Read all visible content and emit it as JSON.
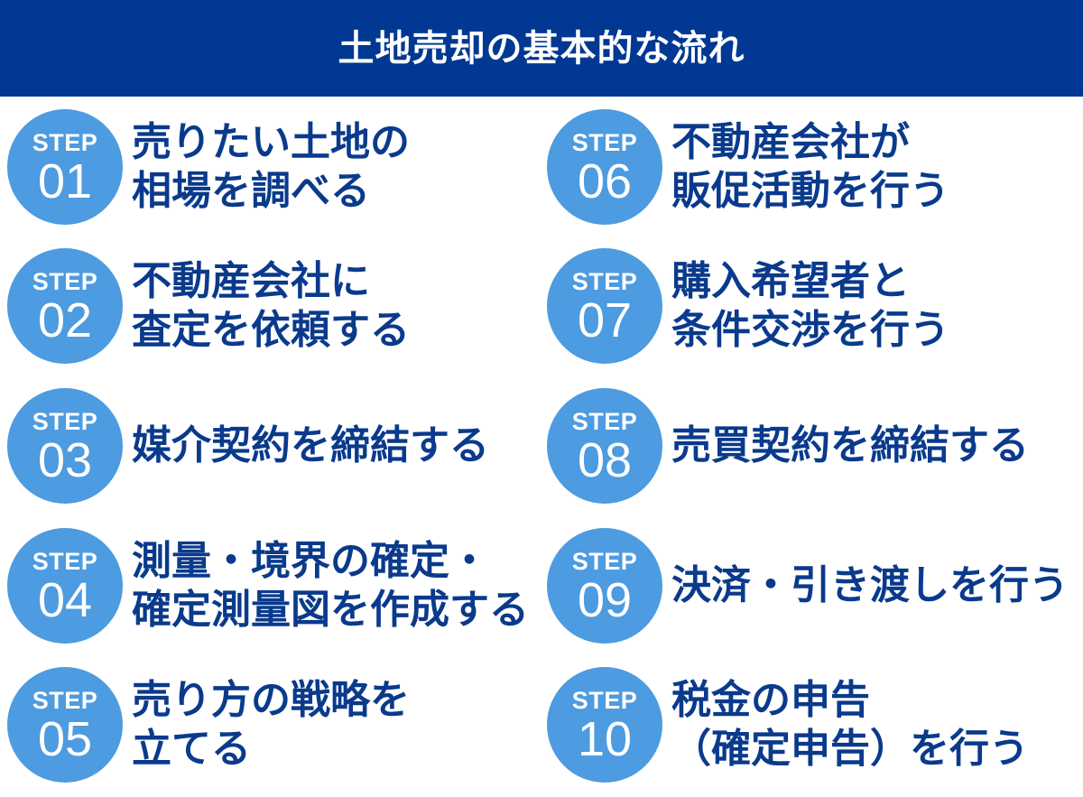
{
  "header": {
    "title": "土地売却の基本的な流れ"
  },
  "colors": {
    "header_bg": "#003893",
    "circle_bg": "#4d9be0",
    "step_text": "#0a3a8c",
    "circle_text": "#ffffff"
  },
  "steps": [
    {
      "label": "STEP",
      "number": "01",
      "lines": [
        "売りたい土地の",
        "相場を調べる"
      ]
    },
    {
      "label": "STEP",
      "number": "02",
      "lines": [
        "不動産会社に",
        "査定を依頼する"
      ]
    },
    {
      "label": "STEP",
      "number": "03",
      "lines": [
        "媒介契約を締結する"
      ]
    },
    {
      "label": "STEP",
      "number": "04",
      "lines": [
        "測量・境界の確定・",
        "確定測量図を作成する"
      ]
    },
    {
      "label": "STEP",
      "number": "05",
      "lines": [
        "売り方の戦略を",
        "立てる"
      ]
    },
    {
      "label": "STEP",
      "number": "06",
      "lines": [
        "不動産会社が",
        "販促活動を行う"
      ]
    },
    {
      "label": "STEP",
      "number": "07",
      "lines": [
        "購入希望者と",
        "条件交渉を行う"
      ]
    },
    {
      "label": "STEP",
      "number": "08",
      "lines": [
        "売買契約を締結する"
      ]
    },
    {
      "label": "STEP",
      "number": "09",
      "lines": [
        "決済・引き渡しを行う"
      ]
    },
    {
      "label": "STEP",
      "number": "10",
      "lines": [
        "税金の申告",
        "（確定申告）を行う"
      ]
    }
  ]
}
